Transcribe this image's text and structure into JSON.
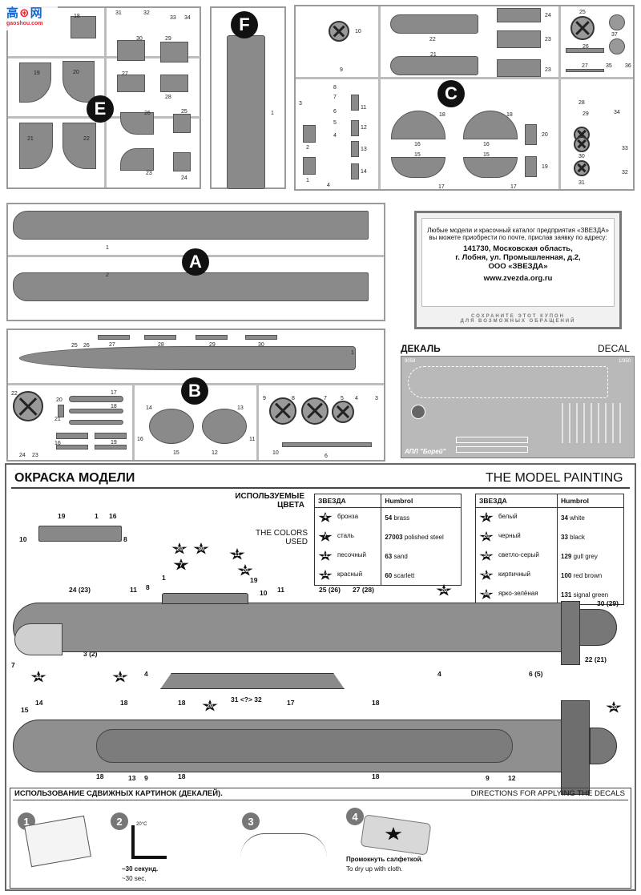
{
  "sprues": {
    "letters": [
      "F",
      "E",
      "C",
      "A",
      "B"
    ],
    "part_numbers_E": [
      "18",
      "31",
      "32",
      "33",
      "34",
      "30",
      "29",
      "19",
      "20",
      "27",
      "28",
      "26",
      "25",
      "21",
      "22",
      "23",
      "24"
    ],
    "part_numbers_F": [
      "1"
    ],
    "part_numbers_C": [
      "10",
      "24",
      "25",
      "22",
      "23",
      "37",
      "21",
      "9",
      "26",
      "27",
      "35",
      "36",
      "23",
      "8",
      "28",
      "7",
      "3",
      "11",
      "6",
      "18",
      "18",
      "34",
      "29",
      "5",
      "12",
      "2",
      "4",
      "13",
      "16",
      "16",
      "20",
      "30",
      "33",
      "15",
      "15",
      "19",
      "1",
      "4",
      "14",
      "17",
      "17",
      "31",
      "32"
    ],
    "part_numbers_A": [
      "1",
      "2"
    ],
    "part_numbers_B": [
      "25",
      "26",
      "27",
      "28",
      "29",
      "30",
      "1",
      "22",
      "17",
      "20",
      "18",
      "21",
      "14",
      "13",
      "9",
      "8",
      "7",
      "5",
      "4",
      "3",
      "16",
      "19",
      "16",
      "11",
      "24",
      "23",
      "15",
      "12",
      "10",
      "6"
    ]
  },
  "coupon": {
    "line1": "Любые модели и красочный каталог предприятия «ЗВЕЗДА»",
    "line2": "вы можете приобрести по почте, прислав заявку по адресу:",
    "address1": "141730, Московская область,",
    "address2": "г. Лобня, ул. Промышленная, д.2,",
    "address3": "ООО «ЗВЕЗДА»",
    "url": "www.zvezda.org.ru",
    "footer1": "СОХРАНИТЕ ЭТОТ КУПОН",
    "footer2": "ДЛЯ ВОЗМОЖНЫХ ОБРАЩЕНИЙ"
  },
  "decal": {
    "title_ru": "ДЕКАЛЬ",
    "title_en": "DECAL",
    "code": "9058",
    "scale": "1/350",
    "caption": "АПЛ \"Борей\""
  },
  "painting": {
    "title_ru": "ОКРАСКА МОДЕЛИ",
    "title_en": "THE MODEL PAINTING",
    "colors_ru": "ИСПОЛЬЗУЕМЫЕ ЦВЕТА",
    "colors_en": "THE COLORS USED",
    "table_left": {
      "head_zvezda": "ЗВЕЗДА",
      "head_humbrol": "Humbrol",
      "rows": [
        {
          "code": "4",
          "ru": "бронза",
          "num": "54",
          "en": "brass"
        },
        {
          "code": "7",
          "ru": "сталь",
          "num": "27003",
          "en": "polished steel"
        },
        {
          "code": "11",
          "ru": "песочный",
          "num": "63",
          "en": "sand"
        },
        {
          "code": "12",
          "ru": "красный",
          "num": "60",
          "en": "scarlett"
        }
      ]
    },
    "table_right": {
      "head_zvezda": "ЗВЕЗДА",
      "head_humbrol": "Humbrol",
      "rows": [
        {
          "code": "17",
          "ru": "белый",
          "num": "34",
          "en": "white"
        },
        {
          "code": "20",
          "ru": "черный",
          "num": "33",
          "en": "black"
        },
        {
          "code": "30",
          "ru": "светло-серый",
          "num": "129",
          "en": "gull grey"
        },
        {
          "code": "44",
          "ru": "кирпичный",
          "num": "100",
          "en": "red brown"
        },
        {
          "code": "46",
          "ru": "ярко-зелёная",
          "num": "131",
          "en": "signal green"
        }
      ]
    },
    "callouts_side": [
      "19",
      "1",
      "16",
      "10",
      "8",
      "24 (23)",
      "11",
      "8",
      "1",
      "10",
      "11",
      "25 (26)",
      "27 (28)",
      "30 (29)",
      "7",
      "3 (2)",
      "4",
      "4",
      "6 (5)",
      "22 (21)",
      "31 <?> 32",
      "19"
    ],
    "stars_side": [
      "20",
      "30",
      "11",
      "7",
      "20",
      "20",
      "44",
      "44",
      "20"
    ],
    "callouts_top": [
      "15",
      "14",
      "18",
      "18",
      "17",
      "18",
      "13",
      "9",
      "18",
      "18",
      "9",
      "12",
      "18"
    ],
    "stars_top": [
      "20"
    ]
  },
  "decals_dir": {
    "title_ru": "ИСПОЛЬЗОВАНИЕ СДВИЖНЫХ КАРТИНОК (ДЕКАЛЕЙ).",
    "title_en": "DIRECTIONS FOR APPLYING THE DECALS",
    "steps": [
      "1",
      "2",
      "3",
      "4"
    ],
    "temp": "20°C",
    "step2_ru": "~30 секунд.",
    "step2_en": "~30 sec.",
    "step4_ru": "Промокнуть салфеткой.",
    "step4_en": "To dry up with cloth."
  },
  "watermark": "gaoshou.com"
}
